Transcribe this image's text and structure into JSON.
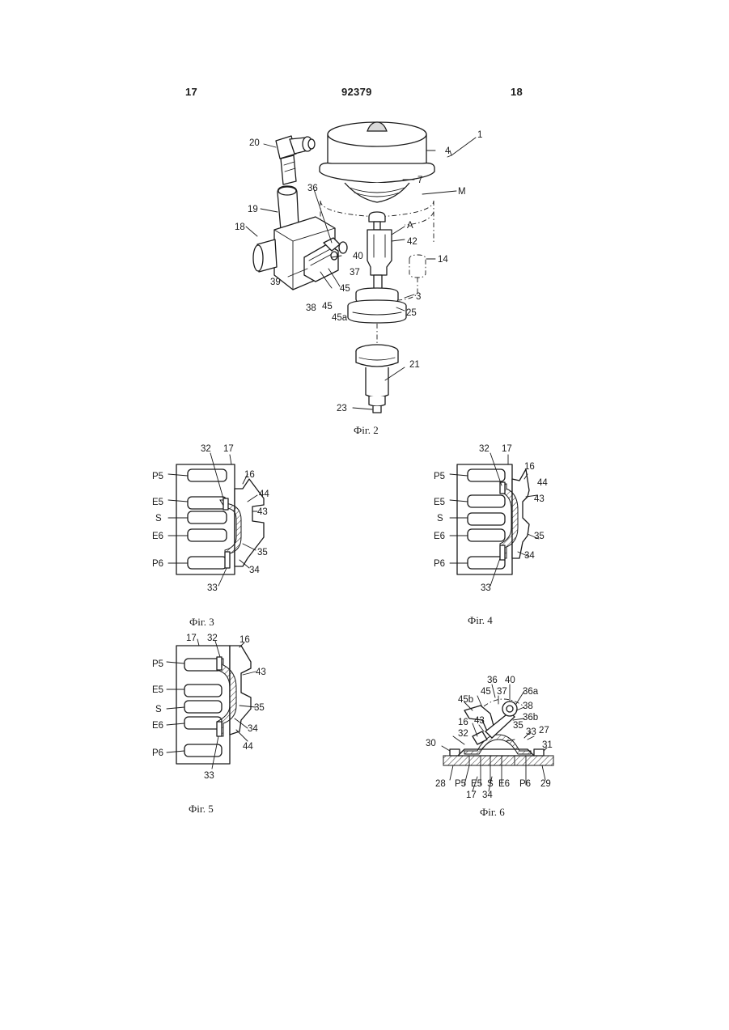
{
  "header": {
    "page_left": "17",
    "patent_number": "92379",
    "page_right": "18"
  },
  "figures": {
    "fig2": {
      "caption": "Фіг. 2",
      "labels": [
        "1",
        "4",
        "7",
        "M",
        "20",
        "19",
        "18",
        "36",
        "40",
        "37",
        "39",
        "38",
        "45",
        "45",
        "45a",
        "A",
        "42",
        "14",
        "3",
        "25",
        "21",
        "23"
      ]
    },
    "fig3": {
      "caption": "Фіг. 3",
      "labels": [
        "32",
        "17",
        "16",
        "44",
        "43",
        "35",
        "34",
        "33",
        "P5",
        "E5",
        "S",
        "E6",
        "P6"
      ]
    },
    "fig4": {
      "caption": "Фіг. 4",
      "labels": [
        "32",
        "17",
        "16",
        "44",
        "43",
        "35",
        "34",
        "33",
        "P5",
        "E5",
        "S",
        "E6",
        "P6"
      ]
    },
    "fig5": {
      "caption": "Фіг. 5",
      "labels": [
        "17",
        "32",
        "16",
        "43",
        "35",
        "34",
        "44",
        "33",
        "P5",
        "E5",
        "S",
        "E6",
        "P6"
      ]
    },
    "fig6": {
      "caption": "Фіг. 6",
      "labels": [
        "36",
        "40",
        "36a",
        "45",
        "37",
        "38",
        "45b",
        "36b",
        "27",
        "16",
        "43",
        "35",
        "33",
        "31",
        "32",
        "30",
        "28",
        "P5",
        "E5",
        "S",
        "E6",
        "P6",
        "29",
        "17",
        "34"
      ]
    }
  }
}
